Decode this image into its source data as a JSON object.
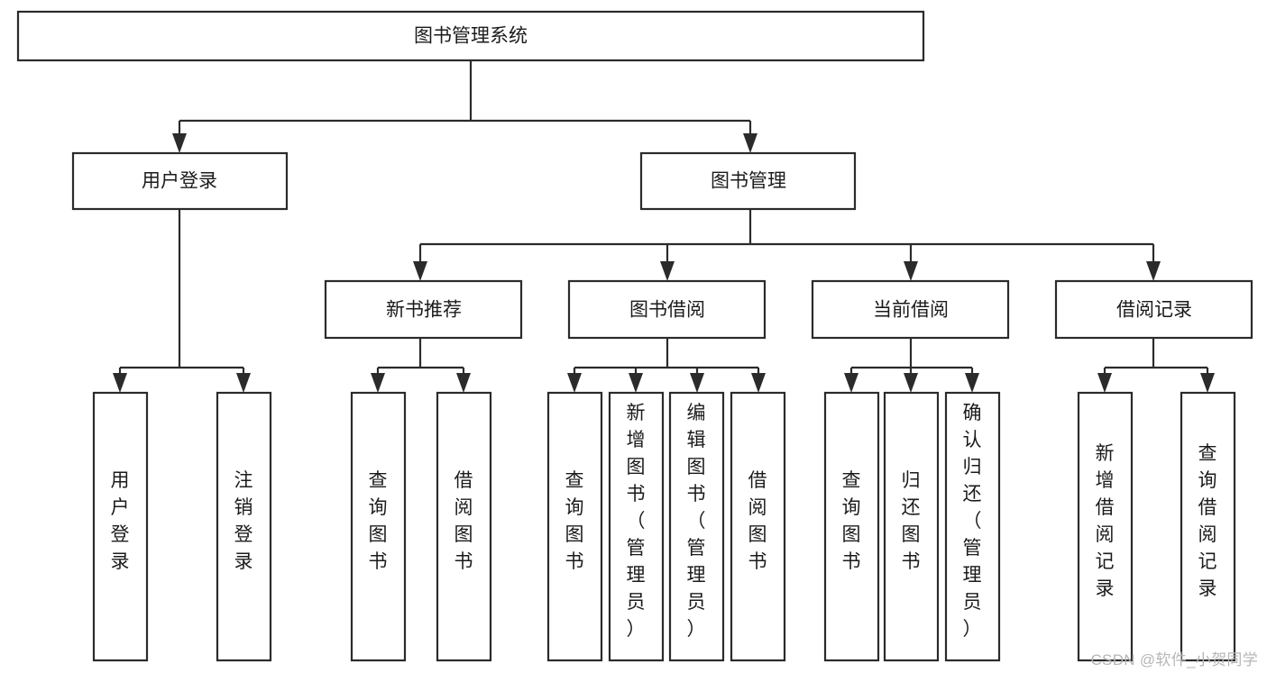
{
  "diagram": {
    "title": "图书管理系统",
    "type": "tree-hierarchy-diagram",
    "theme": {
      "box_fill": "#ffffff",
      "box_stroke": "#2b2b2b",
      "text_color": "#1b1b1b",
      "watermark_color": "#b6b6b6"
    },
    "root": {
      "label": "图书管理系统"
    },
    "level2": [
      {
        "label": "用户登录"
      },
      {
        "label": "图书管理"
      }
    ],
    "level3": [
      {
        "label": "新书推荐"
      },
      {
        "label": "图书借阅"
      },
      {
        "label": "当前借阅"
      },
      {
        "label": "借阅记录"
      }
    ],
    "leaves": {
      "user_login": [
        {
          "label": "用户登录"
        },
        {
          "label": "注销登录"
        }
      ],
      "new_book_recommend": [
        {
          "label": "查询图书"
        },
        {
          "label": "借阅图书"
        }
      ],
      "book_borrow": [
        {
          "label": "查询图书"
        },
        {
          "label": "新增图书（管理员）"
        },
        {
          "label": "编辑图书（管理员）"
        },
        {
          "label": "借阅图书"
        }
      ],
      "current_borrow": [
        {
          "label": "查询图书"
        },
        {
          "label": "归还图书"
        },
        {
          "label": "确认归还（管理员）"
        }
      ],
      "borrow_record": [
        {
          "label": "新增借阅记录"
        },
        {
          "label": "查询借阅记录"
        }
      ]
    }
  },
  "watermark": {
    "text": "CSDN @软件_小贺同学"
  }
}
